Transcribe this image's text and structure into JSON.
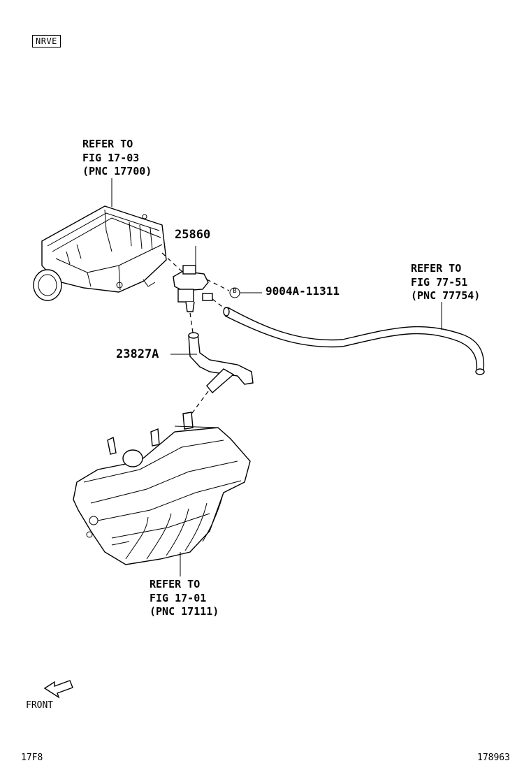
{
  "header": {
    "code_badge": "NRVE"
  },
  "callouts": {
    "air_cleaner": {
      "line1": "REFER TO",
      "line2": "FIG 17-03",
      "line3": "(PNC 17700)"
    },
    "hose": {
      "line1": "REFER TO",
      "line2": "FIG 77-51",
      "line3": "(PNC 77754)"
    },
    "intake_manifold": {
      "line1": "REFER TO",
      "line2": "FIG 17-01",
      "line3": "(PNC 17111)"
    }
  },
  "part_numbers": {
    "vsv": "25860",
    "bolt": "9004A-11311",
    "bolt_marker": "B",
    "hose": "23827A"
  },
  "orientation": {
    "front_label": "FRONT"
  },
  "footer": {
    "left_code": "17F8",
    "right_code": "178963"
  }
}
